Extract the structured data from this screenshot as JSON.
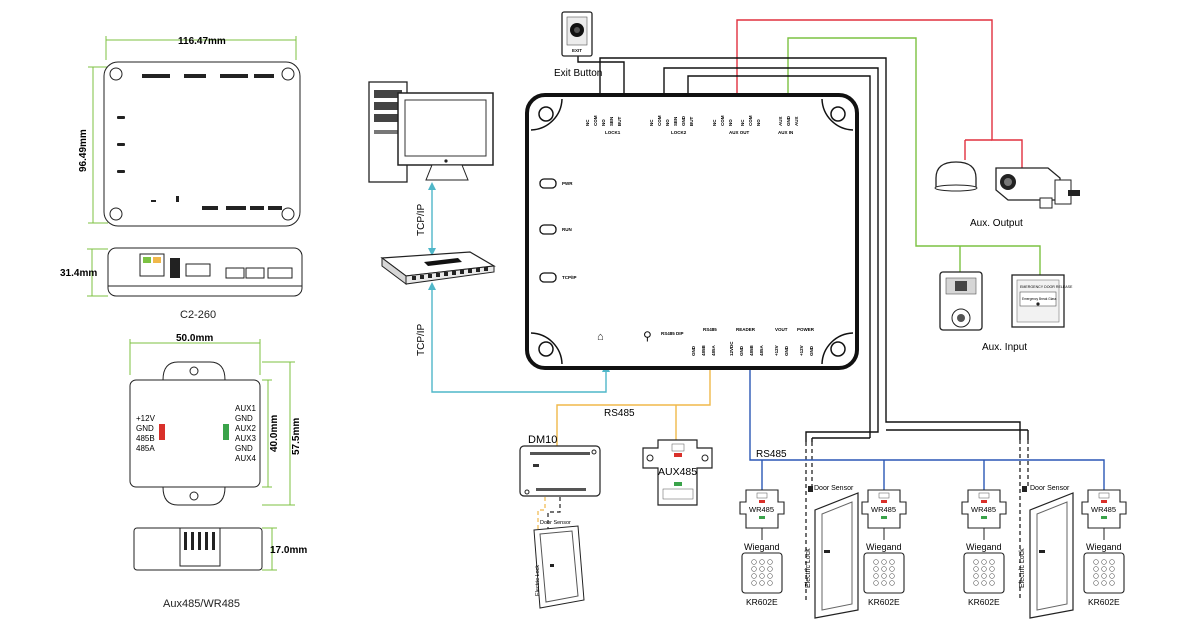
{
  "dimensions": {
    "c2_width": "116.47mm",
    "c2_height": "96.49mm",
    "c2_depth": "31.4mm",
    "c2_model": "C2-260",
    "aux_width": "50.0mm",
    "aux_inner_height": "40.0mm",
    "aux_height": "57.5mm",
    "aux_depth": "17.0mm",
    "aux_model": "Aux485/WR485"
  },
  "aux_module": {
    "left_pins": [
      "+12V",
      "GND",
      "485B",
      "485A"
    ],
    "right_pins": [
      "AUX1",
      "GND",
      "AUX2",
      "AUX3",
      "GND",
      "AUX4"
    ]
  },
  "controller": {
    "top_terminals": [
      "NC",
      "COM",
      "NO",
      "SEN",
      "BUT",
      "NC",
      "COM",
      "NO",
      "SEN",
      "GND",
      "BUT",
      "NC",
      "COM",
      "NO",
      "NC",
      "COM",
      "NO",
      "AUX",
      "GND",
      "AUX"
    ],
    "groups": [
      "LOCK1",
      "LOCK2",
      "AUX OUT",
      "AUX IN"
    ],
    "leds": [
      "PWR",
      "RUN",
      "TCP/IP"
    ],
    "bottom_labels": [
      "RS485 DIP",
      "RS485",
      "READER",
      "VOUT",
      "POWER"
    ],
    "bottom_terminals": [
      "GND",
      "485B",
      "485A",
      "12VDC",
      "GND",
      "485B",
      "485A",
      "+12V",
      "GND",
      "+12V",
      "GND"
    ]
  },
  "labels": {
    "exit_button": "Exit Button",
    "exit_icon_text": "EXIT",
    "tcpip": "TCP/IP",
    "rs485": "RS485",
    "dm10": "DM10",
    "aux485": "AUX485",
    "aux_output": "Aux. Output",
    "aux_input": "Aux. Input",
    "emergency": "EMERGENCY DOOR RELEASE",
    "emergency_sub": "Emergency Break Glass",
    "door_sensor": "Door Sensor",
    "electric_lock": "Electric Lock",
    "wr485": "WR485",
    "wiegand": "Wiegand",
    "kr602e": "KR602E"
  },
  "colors": {
    "dimension": "#7cc242",
    "tcpip_link": "#4fb7c9",
    "rs485_bus": "#f0b84a",
    "reader_bus": "#2b57b5",
    "aux_output_power": "#e0303f",
    "aux_input_signal": "#7cc242",
    "control_wiring": "#111111"
  }
}
